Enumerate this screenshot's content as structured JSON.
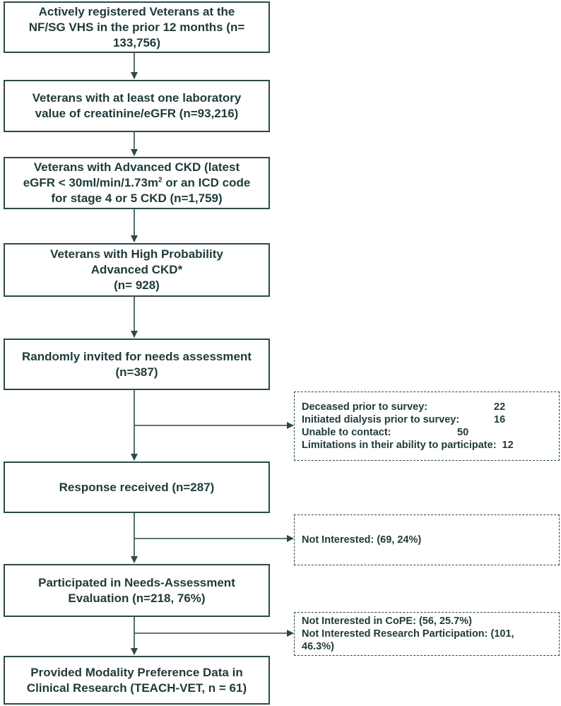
{
  "boxes": {
    "registered": {
      "line1": "Actively registered Veterans at the",
      "line2": "NF/SG VHS in the prior 12 months (n=",
      "line3": "133,756)"
    },
    "lab_value": {
      "line1": "Veterans with at least one laboratory",
      "line2": "value of creatinine/eGFR (n=93,216)"
    },
    "advanced_ckd": {
      "line1": "Veterans with Advanced CKD (latest",
      "line2a": "eGFR < 30ml/min/1.73m",
      "line2sup": "2",
      "line2b": " or an ICD code",
      "line3": "for stage 4 or 5 CKD (n=1,759)"
    },
    "high_prob": {
      "line1": "Veterans with High Probability",
      "line2": "Advanced CKD*",
      "line3": "(n= 928)"
    },
    "invited": {
      "line1": "Randomly invited for needs assessment",
      "line2": "(n=387)"
    },
    "response": {
      "line1": "Response received (n=287)"
    },
    "participated": {
      "line1": "Participated in Needs-Assessment",
      "line2": "Evaluation (n=218, 76%)"
    },
    "provided": {
      "line1": "Provided Modality Preference Data in",
      "line2": "Clinical Research (TEACH-VET, n = 61)"
    }
  },
  "exclusions": {
    "first": [
      {
        "label": "Deceased prior to survey:",
        "value": "22"
      },
      {
        "label": "Initiated dialysis prior to survey:",
        "value": "16"
      },
      {
        "label": "Unable to contact:",
        "value": "50"
      },
      {
        "label": "Limitations in their ability to participate:",
        "value": "12"
      }
    ],
    "second": {
      "line1": "Not Interested: (69, 24%)"
    },
    "third": {
      "line1": "Not Interested in CoPE: (56, 25.7%)",
      "line2": "Not Interested Research Participation: (101,",
      "line3": "46.3%)"
    }
  }
}
